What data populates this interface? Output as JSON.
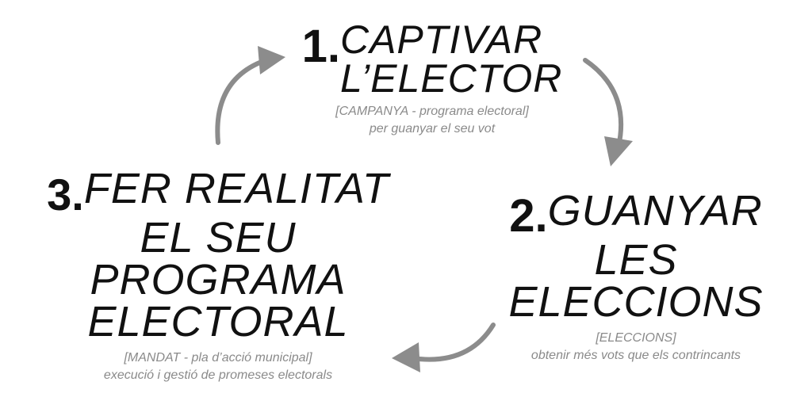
{
  "steps": [
    {
      "number": "1.",
      "title_lines": [
        "CAPTIVAR",
        "L’ELECTOR"
      ],
      "sub_lines": [
        "[CAMPANYA -  programa electoral]",
        "per guanyar el seu vot"
      ]
    },
    {
      "number": "2.",
      "title_lines": [
        "GUANYAR",
        "LES ELECCIONS"
      ],
      "sub_lines": [
        "[ELECCIONS]",
        "obtenir més vots que els contrincants"
      ]
    },
    {
      "number": "3.",
      "title_lines": [
        "FER REALITAT",
        "EL SEU PROGRAMA",
        "ELECTORAL"
      ],
      "sub_lines": [
        "[MANDAT - pla d’acció municipal]",
        "execució i gestió de promeses electorals"
      ]
    }
  ],
  "colors": {
    "title": "#111111",
    "subtitle": "#8a8a8a",
    "arrow": "#8c8c8c"
  },
  "icons": [
    "curved-arrow-icon",
    "curved-arrow-icon",
    "curved-arrow-icon"
  ]
}
